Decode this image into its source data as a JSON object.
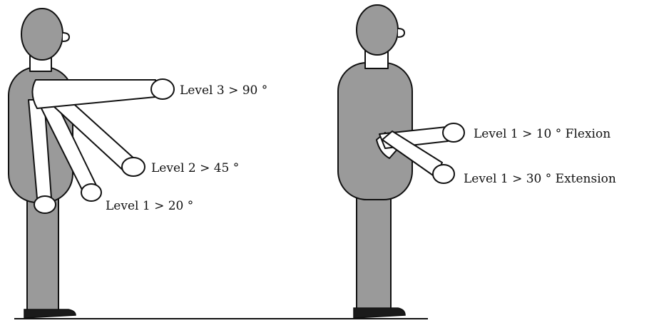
{
  "diagram": {
    "colors": {
      "body_fill": "#9a9a9a",
      "limb_fill": "#ffffff",
      "stroke": "#111111",
      "shoe_fill": "#1a1a1a",
      "ground": "#111111"
    },
    "figure_left": {
      "labels": {
        "level_3": "Level 3 > 90 °",
        "level_2": "Level 2 > 45 °",
        "level_1": "Level 1 > 20 °"
      }
    },
    "figure_right": {
      "labels": {
        "flexion": "Level 1 > 10 ° Flexion",
        "extension": "Level 1 > 30 ° Extension"
      }
    }
  }
}
